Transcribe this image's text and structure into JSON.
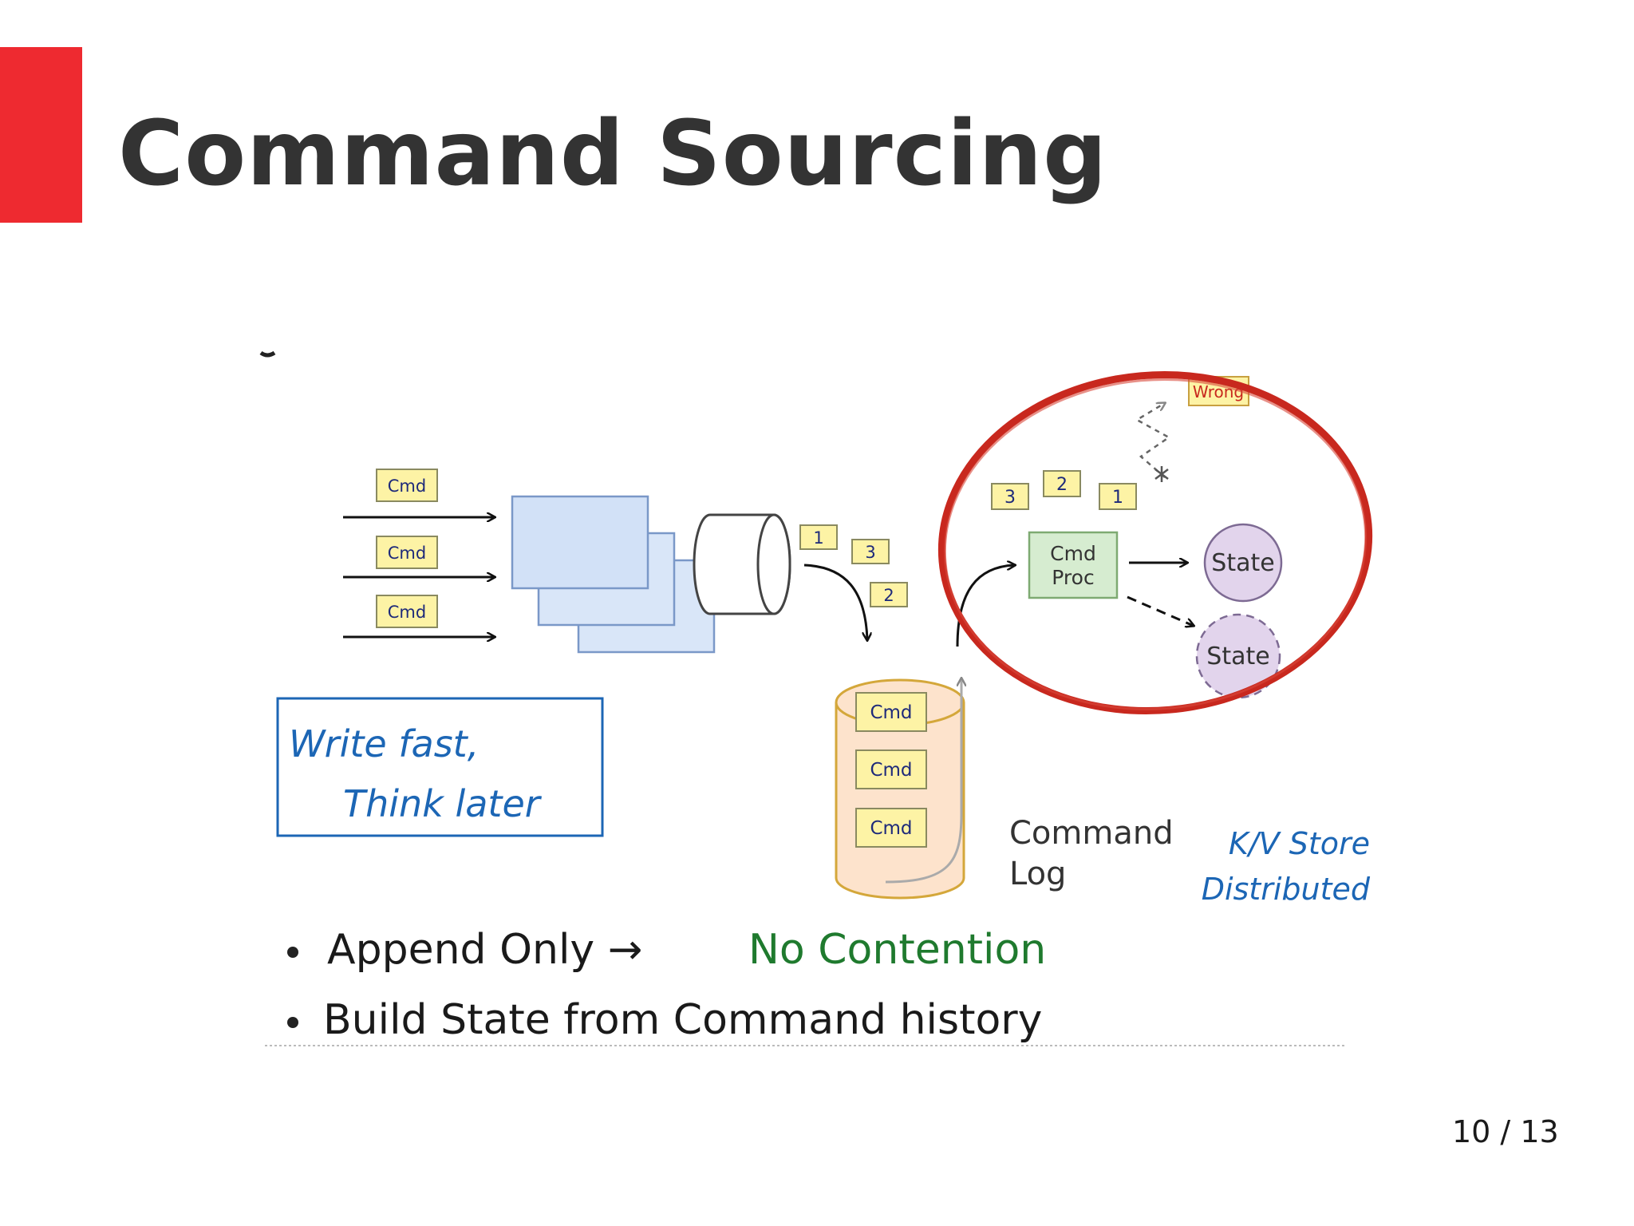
{
  "slide": {
    "title": "Command Sourcing",
    "page_number": "10 / 13"
  },
  "diagram": {
    "input_cmds": [
      "Cmd",
      "Cmd",
      "Cmd"
    ],
    "queued_numbers": [
      "1",
      "3",
      "2"
    ],
    "log_cmds": [
      "Cmd",
      "Cmd",
      "Cmd"
    ],
    "log_label_1": "Command",
    "log_label_2": "Log",
    "processor_label_1": "Cmd",
    "processor_label_2": "Proc",
    "processor_numbers": [
      "3",
      "2",
      "1"
    ],
    "wrong_label": "Wrong",
    "state_label": "State",
    "state_alt_label": "State",
    "motto_line1": "Write fast,",
    "motto_line2": "Think later",
    "store_line1": "K/V Store",
    "store_line2": "Distributed",
    "bullet1_prefix": "Append Only →",
    "bullet1_highlight": "No Contention",
    "bullet2": "Build State from Command history"
  },
  "colors": {
    "accent": "#ee2a30",
    "title": "#333333",
    "note_fill": "#fdf3a5",
    "highlight_circle": "#c8281e",
    "motto": "#1c66b5",
    "contention": "#1f7a2e"
  }
}
